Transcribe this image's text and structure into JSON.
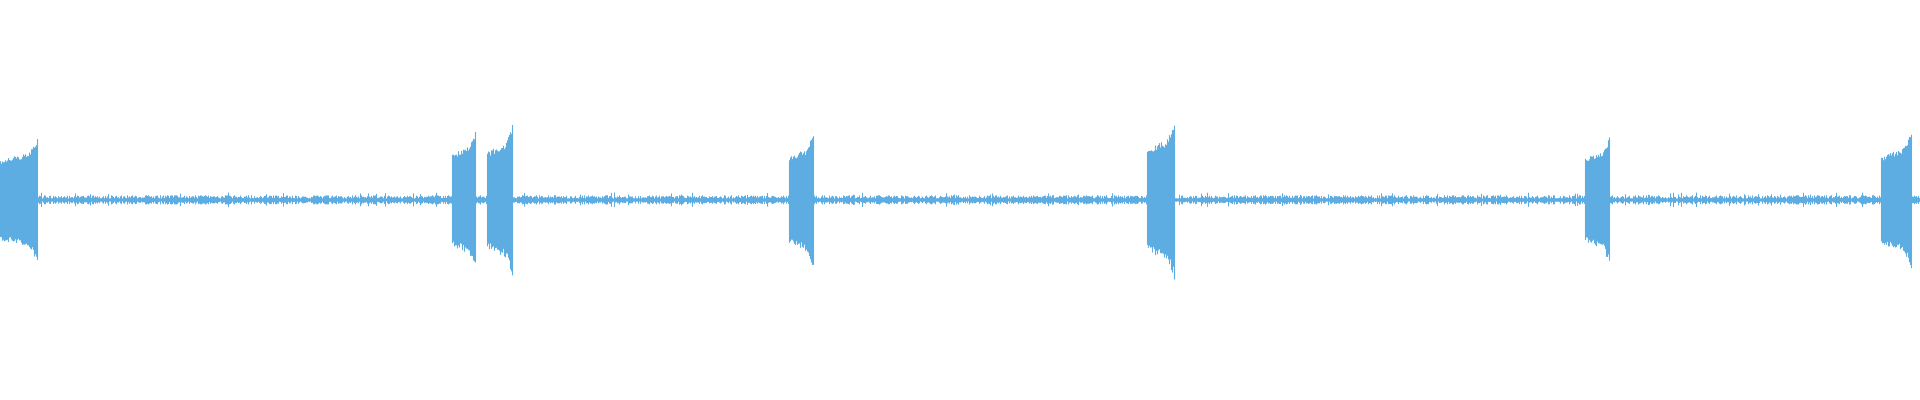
{
  "waveform": {
    "color": "#5dade2",
    "background": "#ffffff",
    "bursts": [
      {
        "name": "burst-1",
        "start": 0.0,
        "end": 0.0188,
        "amplitude": 0.78
      },
      {
        "name": "burst-2a",
        "start": 0.2359,
        "end": 0.2473,
        "amplitude": 0.9
      },
      {
        "name": "burst-2b",
        "start": 0.2541,
        "end": 0.2662,
        "amplitude": 0.95
      },
      {
        "name": "burst-3",
        "start": 0.411,
        "end": 0.423,
        "amplitude": 0.85
      },
      {
        "name": "burst-4",
        "start": 0.5977,
        "end": 0.611,
        "amplitude": 1.0
      },
      {
        "name": "burst-5",
        "start": 0.826,
        "end": 0.8378,
        "amplitude": 0.82
      },
      {
        "name": "burst-6",
        "start": 0.9802,
        "end": 0.9949,
        "amplitude": 0.86
      }
    ],
    "baseline_amplitude": 0.07
  }
}
